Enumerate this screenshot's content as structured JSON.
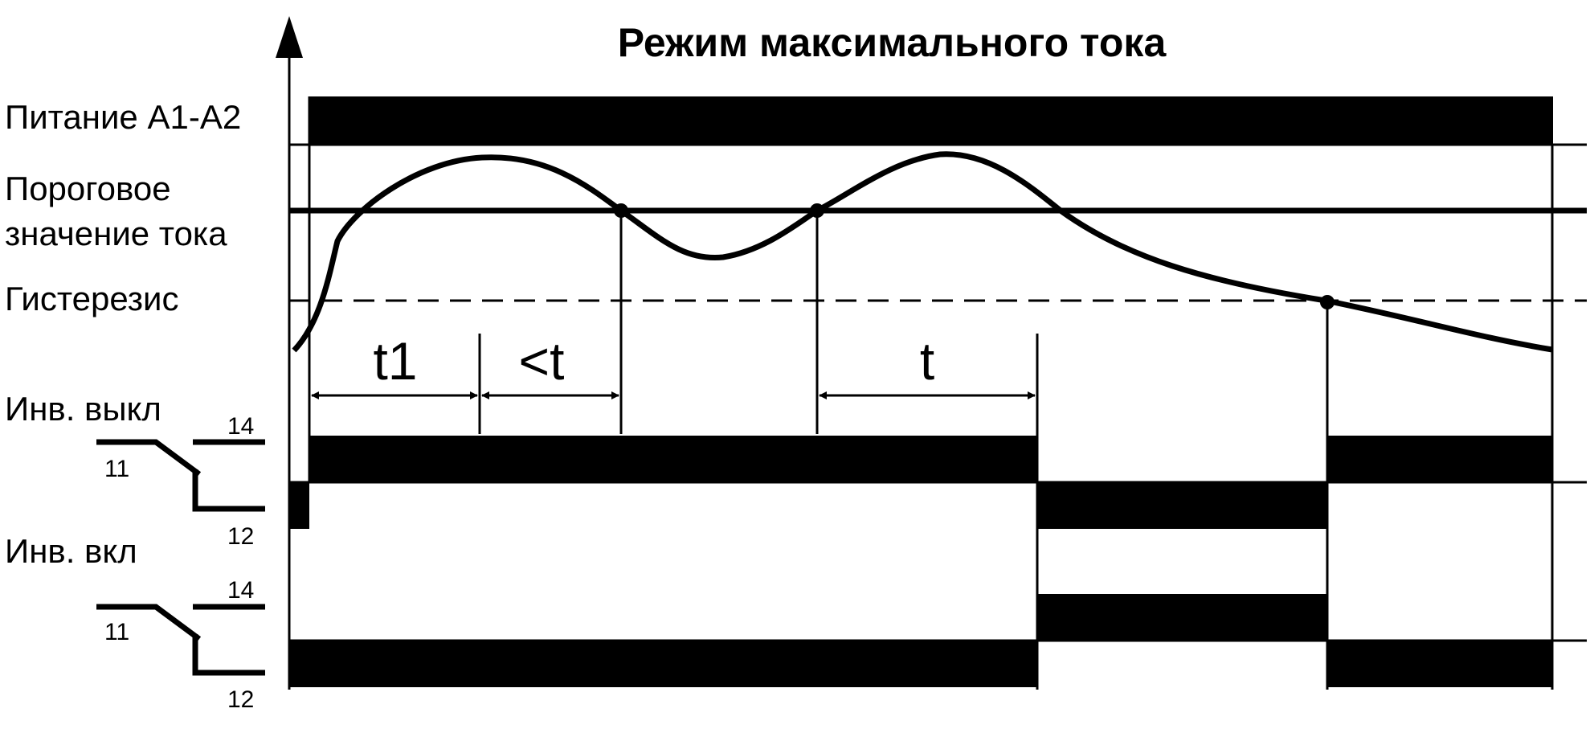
{
  "title": "Режим максимального тока",
  "labels": {
    "power": "Питание А1-А2",
    "threshold_line1": "Пороговое",
    "threshold_line2": "значение тока",
    "hysteresis": "Гистерезис",
    "inv_off": "Инв. выкл",
    "inv_on": "Инв. вкл"
  },
  "contact_off": {
    "common": "11",
    "no": "14",
    "nc": "12"
  },
  "contact_on": {
    "common": "11",
    "no": "14",
    "nc": "12"
  },
  "time_labels": {
    "t1": "t1",
    "lt": "<t",
    "t": "t"
  }
}
